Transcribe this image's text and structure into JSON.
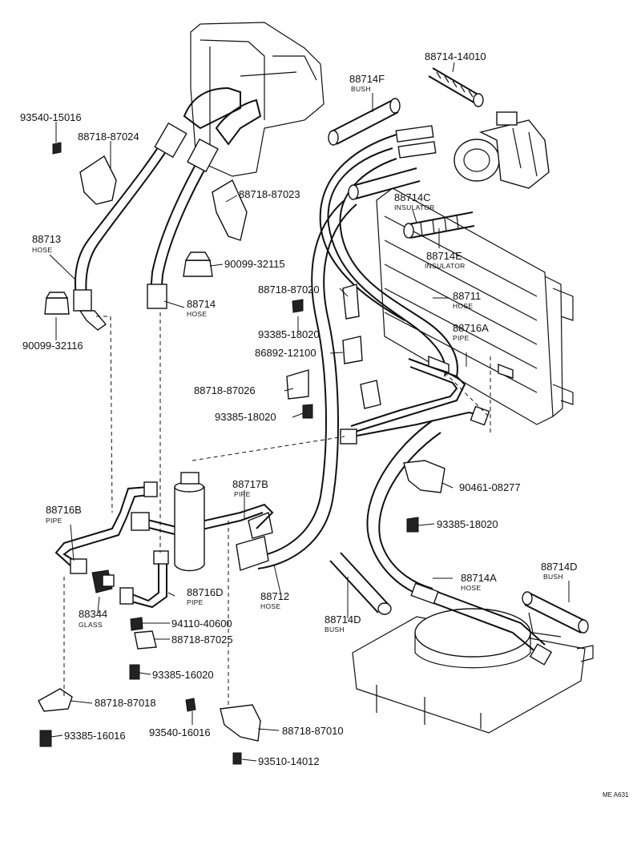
{
  "diagram_code": "ME A631",
  "parts": {
    "p88714_14010": {
      "number": "88714-14010"
    },
    "p88714F": {
      "number": "88714F",
      "desc": "BUSH"
    },
    "p93540_15016": {
      "number": "93540-15016"
    },
    "p88718_87024": {
      "number": "88718-87024"
    },
    "p88714C": {
      "number": "88714C",
      "desc": "INSULATOR"
    },
    "p88718_87023": {
      "number": "88718-87023"
    },
    "p88713": {
      "number": "88713",
      "desc": "HOSE"
    },
    "p88714E": {
      "number": "88714E",
      "desc": "INSULATOR"
    },
    "p90099_32115": {
      "number": "90099-32115"
    },
    "p88718_87020": {
      "number": "88718-87020"
    },
    "p88711": {
      "number": "88711",
      "desc": "HOSE"
    },
    "p88714": {
      "number": "88714",
      "desc": "HOSE"
    },
    "p93385_18020a": {
      "number": "93385-18020"
    },
    "p90099_32116": {
      "number": "90099-32116"
    },
    "p88716A": {
      "number": "88716A",
      "desc": "PIPE"
    },
    "p86892_12100": {
      "number": "86892-12100"
    },
    "p88718_87026": {
      "number": "88718-87026"
    },
    "p93385_18020b": {
      "number": "93385-18020"
    },
    "p88717B": {
      "number": "88717B",
      "desc": "PIPE"
    },
    "p90461_08277": {
      "number": "90461-08277"
    },
    "p88716B": {
      "number": "88716B",
      "desc": "PIPE"
    },
    "p93385_18020c": {
      "number": "93385-18020"
    },
    "p88714D_right": {
      "number": "88714D",
      "desc": "BUSH"
    },
    "p88714A": {
      "number": "88714A",
      "desc": "HOSE"
    },
    "p88716D": {
      "number": "88716D",
      "desc": "PIPE"
    },
    "p88712": {
      "number": "88712",
      "desc": "HOSE"
    },
    "p88344": {
      "number": "88344",
      "desc": "GLASS"
    },
    "p88714D_bottom": {
      "number": "88714D",
      "desc": "BUSH"
    },
    "p94110_40600": {
      "number": "94110-40600"
    },
    "p88718_87025": {
      "number": "88718-87025"
    },
    "p93385_16020": {
      "number": "93385-16020"
    },
    "p88718_87018": {
      "number": "88718-87018"
    },
    "p93540_16016": {
      "number": "93540-16016"
    },
    "p88718_87010": {
      "number": "88718-87010"
    },
    "p93385_16016": {
      "number": "93385-16016"
    },
    "p93510_14012": {
      "number": "93510-14012"
    }
  }
}
